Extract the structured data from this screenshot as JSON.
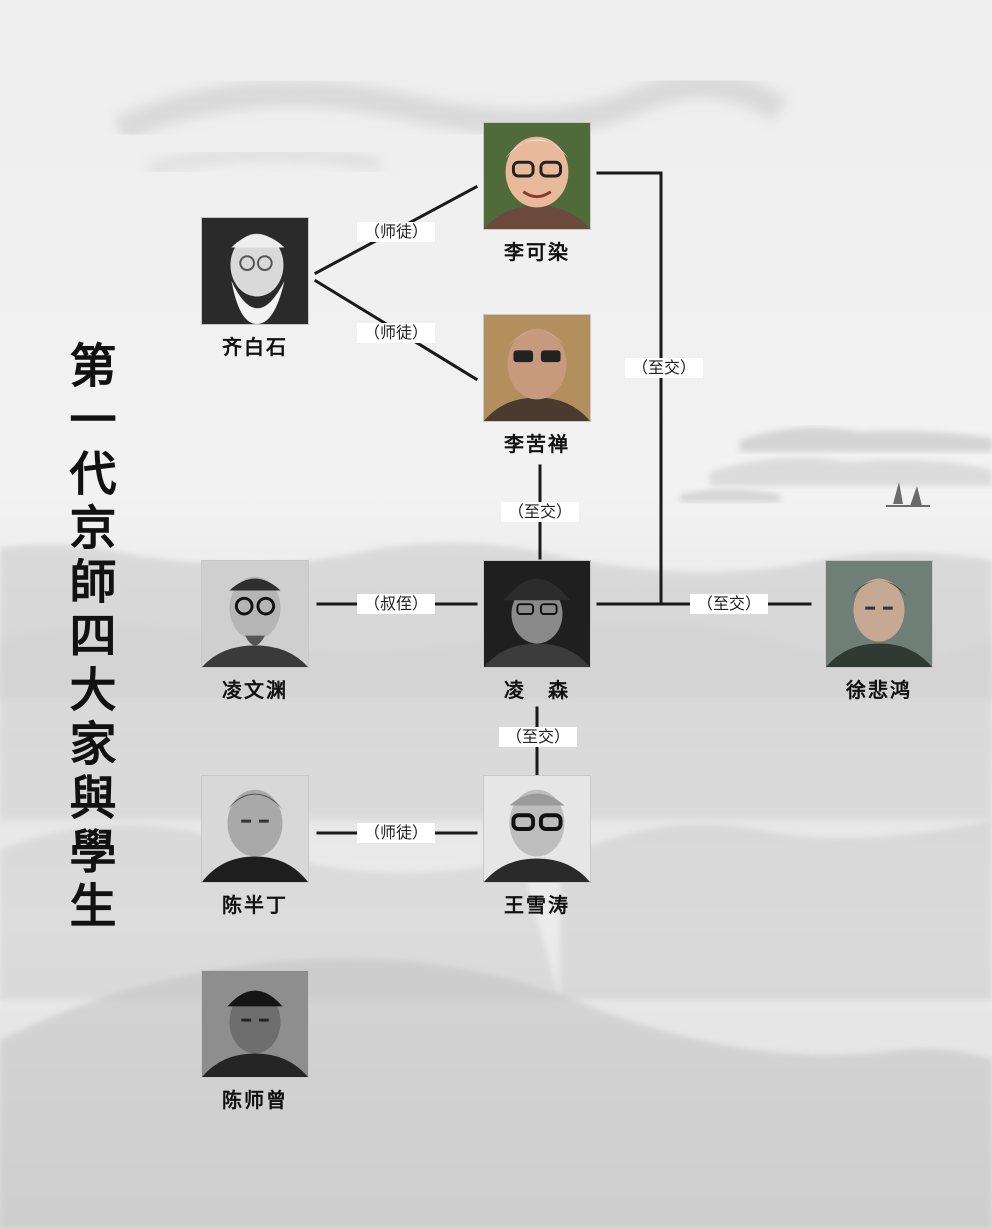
{
  "title": "第一代京師四大家與學生",
  "people": {
    "qi_baishi": "齐白石",
    "li_keran": "李可染",
    "li_kuchan": "李苦禅",
    "ling_wenyuan": "凌文渊",
    "ling_sen": "凌　森",
    "xu_beihong": "徐悲鸿",
    "chen_banding": "陈半丁",
    "wang_xuetao": "王雪涛",
    "chen_shizeng": "陈师曾"
  },
  "relations": {
    "qi_to_li_keran": "（师徒）",
    "qi_to_li_kuchan": "（师徒）",
    "li_keran_to_ling_sen": "（至交）",
    "li_kuchan_to_ling_sen": "（至交）",
    "ling_wenyuan_to_ling_sen": "（叔侄）",
    "ling_sen_to_xu_beihong": "（至交）",
    "ling_sen_to_wang_xuetao": "（至交）",
    "chen_banding_to_wang_xuetao": "（师徒）"
  },
  "colors": {
    "ink": "#111111",
    "line": "#1a1a1a",
    "label_bg": "#ffffff"
  }
}
